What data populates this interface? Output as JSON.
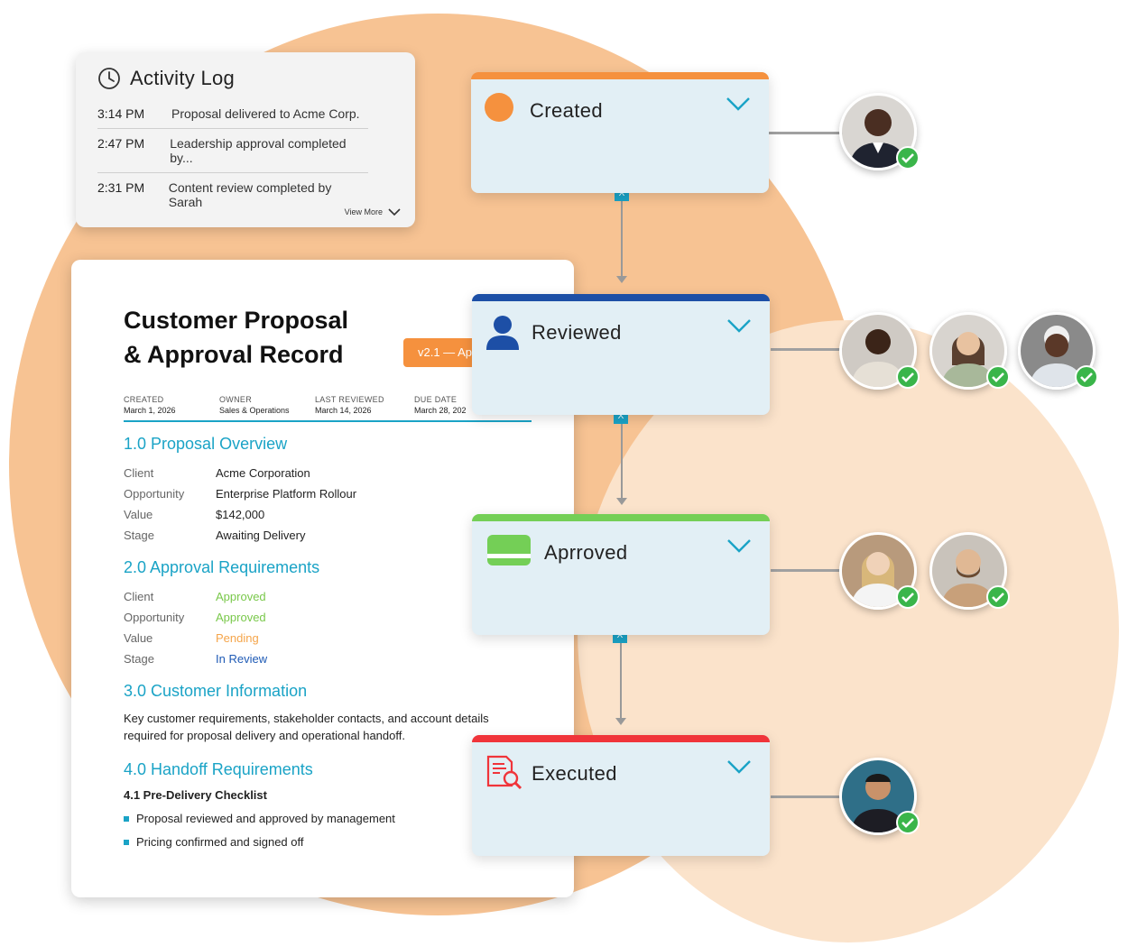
{
  "activity_log": {
    "title": "Activity Log",
    "entries": [
      {
        "time": "3:14 PM",
        "message": "Proposal delivered to Acme Corp."
      },
      {
        "time": "2:47 PM",
        "message": "Leadership approval completed by..."
      },
      {
        "time": "2:31 PM",
        "message": "Content review completed by Sarah"
      }
    ],
    "view_more": "View More"
  },
  "document": {
    "title_line1": "Customer Proposal",
    "title_line2": "& Approval Record",
    "version_badge": "v2.1 — Ap",
    "meta": [
      {
        "label": "CREATED",
        "value": "March 1, 2026"
      },
      {
        "label": "OWNER",
        "value": "Sales & Operations"
      },
      {
        "label": "LAST REVIEWED",
        "value": "March 14, 2026"
      },
      {
        "label": "DUE DATE",
        "value": "March 28, 202"
      }
    ],
    "section1": {
      "title": "1.0 Proposal Overview",
      "rows": [
        {
          "key": "Client",
          "value": "Acme Corporation"
        },
        {
          "key": "Opportunity",
          "value": "Enterprise Platform Rollour"
        },
        {
          "key": "Value",
          "value": "$142,000"
        },
        {
          "key": "Stage",
          "value": "Awaiting Delivery"
        }
      ]
    },
    "section2": {
      "title": "2.0 Approval Requirements",
      "rows": [
        {
          "key": "Client",
          "value": "Approved"
        },
        {
          "key": "Opportunity",
          "value": "Approved"
        },
        {
          "key": "Value",
          "value": "Pending"
        },
        {
          "key": "Stage",
          "value": "In Review"
        }
      ]
    },
    "section3": {
      "title": "3.0 Customer Information",
      "text": "Key customer requirements, stakeholder contacts, and account details required for proposal delivery and operational handoff."
    },
    "section4": {
      "title": "4.0 Handoff Requirements",
      "subtitle": "4.1 Pre-Delivery Checklist",
      "items": [
        "Proposal reviewed and approved by management",
        "Pricing confirmed and signed off"
      ]
    }
  },
  "workflow": {
    "stages": [
      {
        "label": "Created",
        "color": "#f5913e"
      },
      {
        "label": "Reviewed",
        "color": "#1d4fa6"
      },
      {
        "label": "Aprroved",
        "color": "#74cf56"
      },
      {
        "label": "Executed",
        "color": "#f0343a"
      }
    ],
    "connector_label": "X"
  },
  "colors": {
    "accent": "#1aa3c6",
    "blob": "#f7c393",
    "blob_light": "#fbe3cb",
    "check": "#3ab54a"
  }
}
